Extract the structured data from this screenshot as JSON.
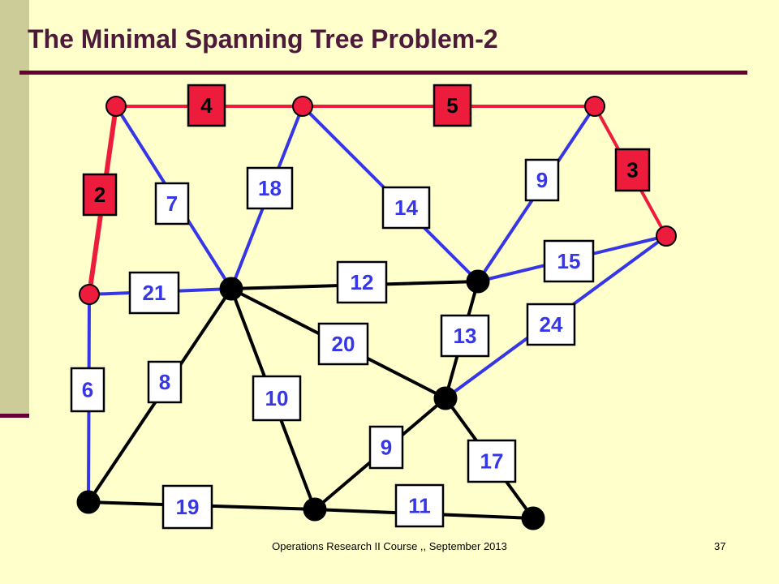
{
  "slide": {
    "title": "The Minimal Spanning Tree Problem-2",
    "footer": "Operations Research II Course ,, September 2013",
    "page_number": "37"
  },
  "colors": {
    "background": "#ffffcc",
    "sidebar": "#cccc99",
    "accent_rule": "#660033",
    "title_text": "#4d1a3a",
    "tree_edge": "#ee1c3c",
    "blue_edge": "#3636e6",
    "black_edge": "#000000",
    "tree_label_fill": "#ee1c3c",
    "label_fill": "#ffffff",
    "blue_label_text": "#3636e6"
  },
  "graph": {
    "nodes": [
      {
        "id": "a",
        "in_tree": true
      },
      {
        "id": "b",
        "in_tree": true
      },
      {
        "id": "c",
        "in_tree": true
      },
      {
        "id": "d",
        "in_tree": true
      },
      {
        "id": "e",
        "in_tree": true
      },
      {
        "id": "f",
        "in_tree": false
      },
      {
        "id": "g",
        "in_tree": false
      },
      {
        "id": "h",
        "in_tree": false
      },
      {
        "id": "i",
        "in_tree": false
      },
      {
        "id": "j",
        "in_tree": false
      },
      {
        "id": "k",
        "in_tree": false
      }
    ],
    "edges": [
      {
        "from": "a",
        "to": "b",
        "weight": "4",
        "status": "tree"
      },
      {
        "from": "b",
        "to": "c",
        "weight": "5",
        "status": "tree"
      },
      {
        "from": "a",
        "to": "e",
        "weight": "2",
        "status": "tree"
      },
      {
        "from": "c",
        "to": "d",
        "weight": "3",
        "status": "tree"
      },
      {
        "from": "a",
        "to": "f",
        "weight": "7",
        "status": "candidate"
      },
      {
        "from": "b",
        "to": "f",
        "weight": "18",
        "status": "candidate"
      },
      {
        "from": "b",
        "to": "g",
        "weight": "14",
        "status": "candidate"
      },
      {
        "from": "c",
        "to": "g",
        "weight": "9",
        "status": "candidate"
      },
      {
        "from": "d",
        "to": "g",
        "weight": "15",
        "status": "candidate"
      },
      {
        "from": "d",
        "to": "h",
        "weight": "24",
        "status": "candidate"
      },
      {
        "from": "e",
        "to": "f",
        "weight": "21",
        "status": "candidate"
      },
      {
        "from": "e",
        "to": "i",
        "weight": "6",
        "status": "candidate"
      },
      {
        "from": "f",
        "to": "g",
        "weight": "12",
        "status": "other"
      },
      {
        "from": "f",
        "to": "h",
        "weight": "20",
        "status": "other"
      },
      {
        "from": "g",
        "to": "h",
        "weight": "13",
        "status": "other"
      },
      {
        "from": "f",
        "to": "i",
        "weight": "8",
        "status": "other"
      },
      {
        "from": "f",
        "to": "j",
        "weight": "10",
        "status": "other"
      },
      {
        "from": "i",
        "to": "j",
        "weight": "19",
        "status": "other"
      },
      {
        "from": "j",
        "to": "h",
        "weight": "9",
        "status": "other"
      },
      {
        "from": "h",
        "to": "k",
        "weight": "17",
        "status": "other"
      },
      {
        "from": "j",
        "to": "k",
        "weight": "11",
        "status": "other"
      }
    ]
  }
}
